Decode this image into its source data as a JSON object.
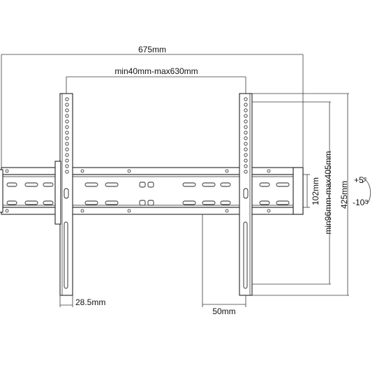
{
  "dimensions": {
    "overall_width": "675mm",
    "horizontal_spacing": "min40mm-max630mm",
    "rail_height": "102mm",
    "vertical_spacing": "min96mm-max405mm",
    "overall_height": "425mm",
    "arm_width": "28.5mm",
    "wall_distance": "50mm"
  },
  "tilt": {
    "up": "+5°",
    "down": "-10°"
  }
}
